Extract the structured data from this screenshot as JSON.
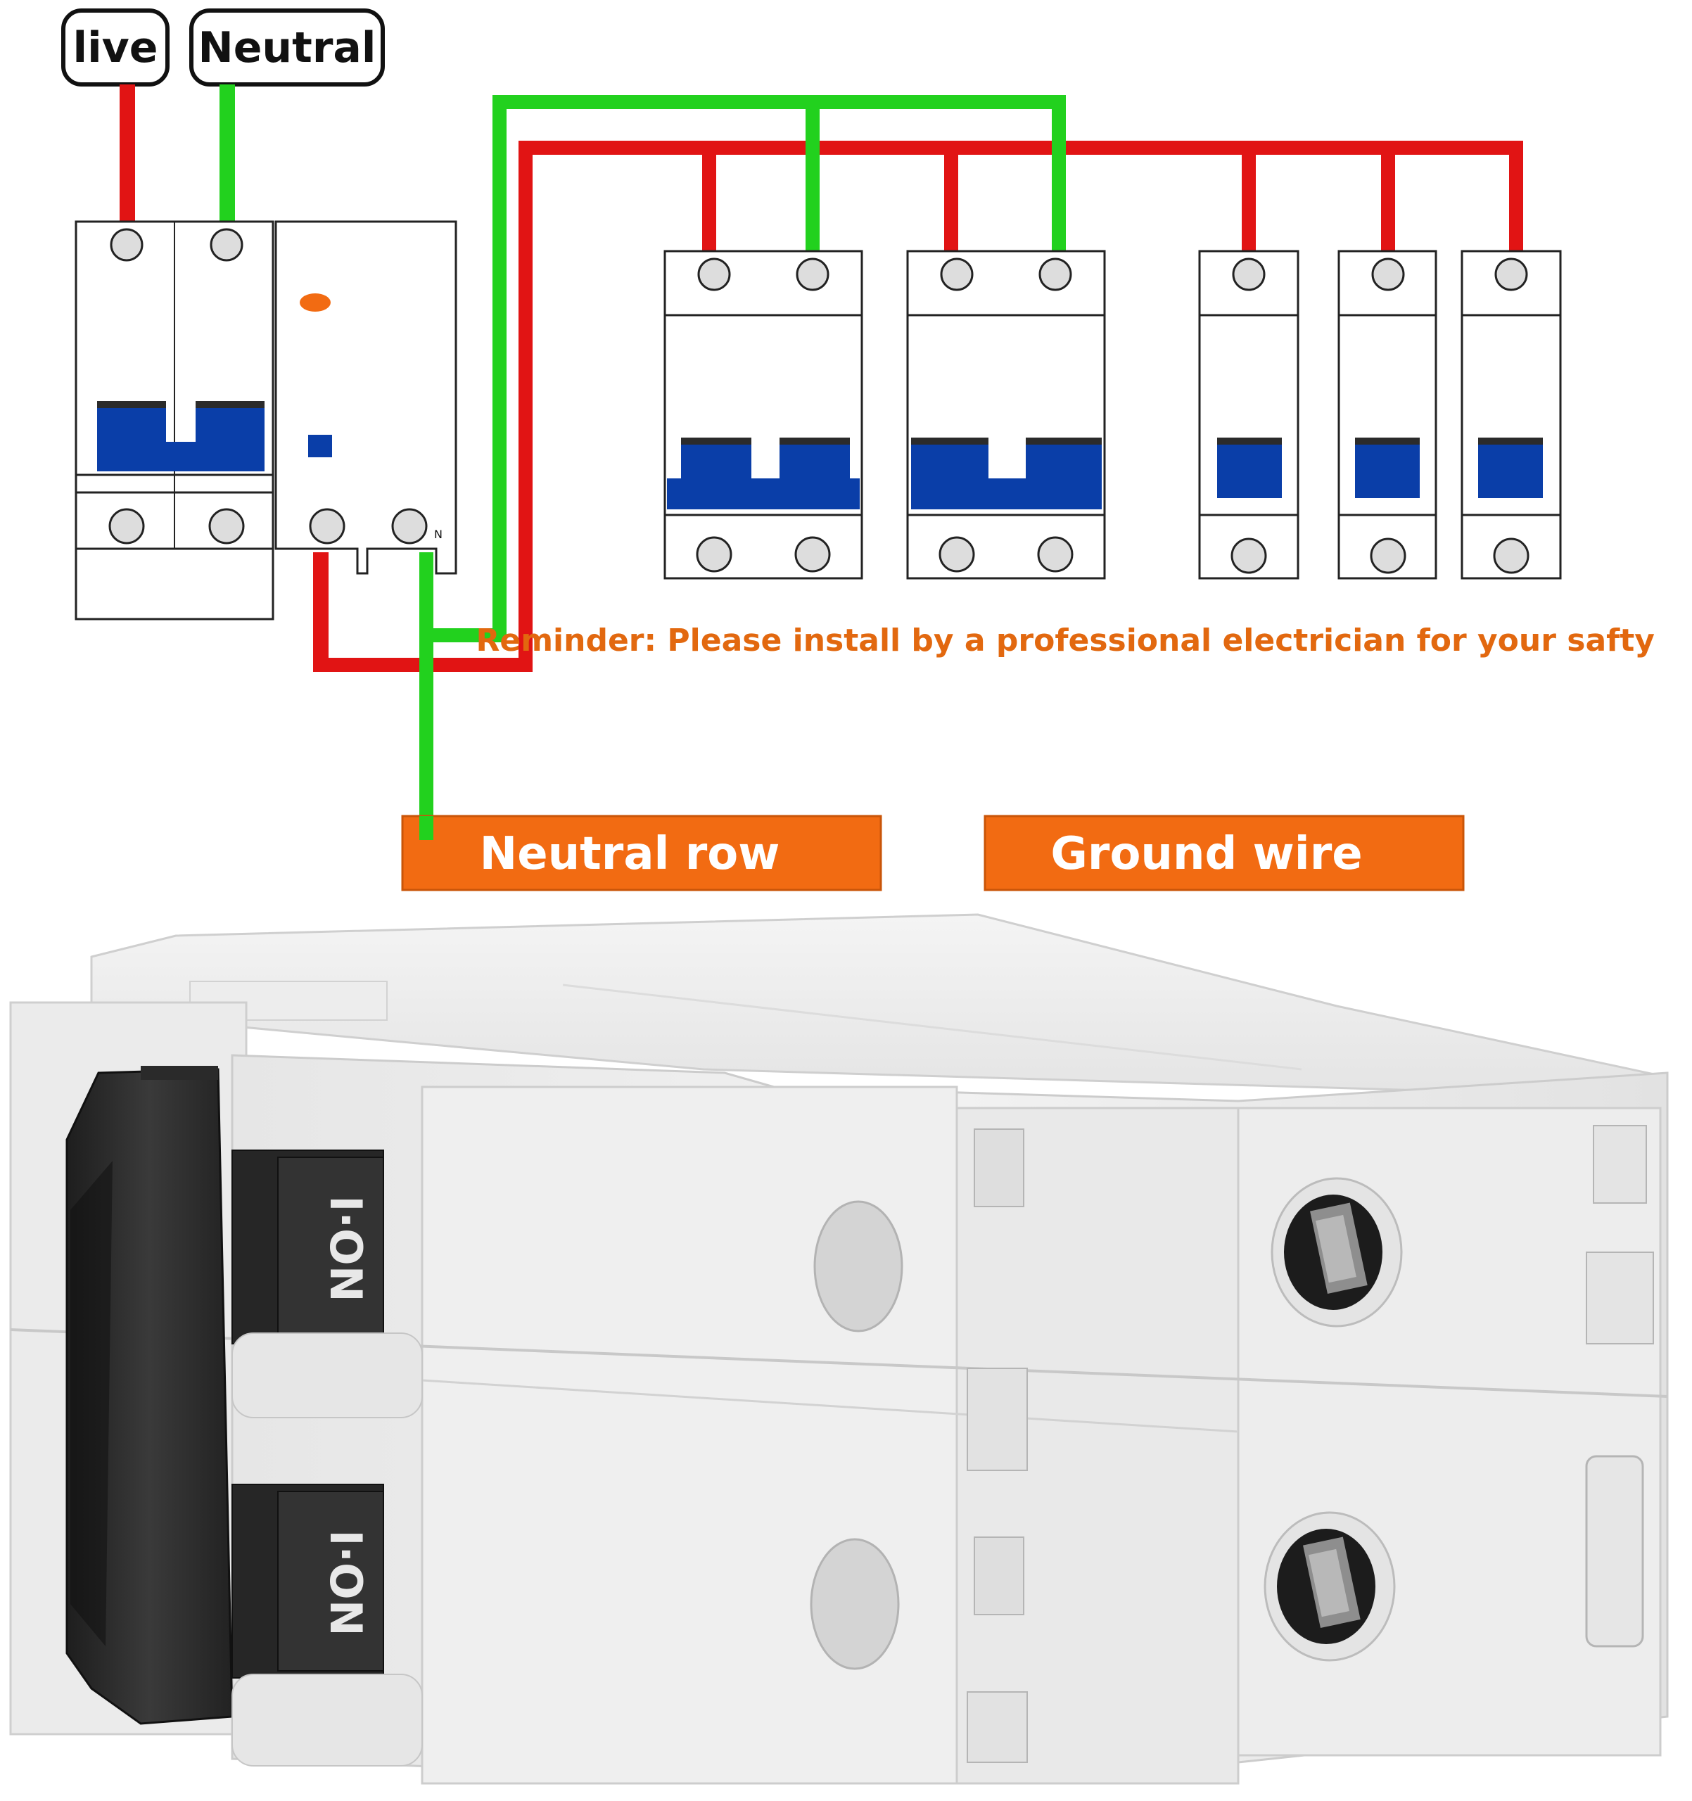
{
  "labels": {
    "live": "live",
    "neutral": "Neutral",
    "n_terminal": "N"
  },
  "reminder": "Reminder: Please install by a professional electrician for your safty",
  "tags": {
    "neutral_row": "Neutral row",
    "ground_wire": "Ground wire"
  },
  "breaker_markings": {
    "top_pole": "I·ON",
    "bottom_pole": "I·ON"
  },
  "colors": {
    "live_wire": "#e11414",
    "neutral_wire": "#22d11e",
    "handle_blue": "#0a3ea8",
    "accent_orange": "#f26b12",
    "reminder_text": "#e2680f"
  }
}
